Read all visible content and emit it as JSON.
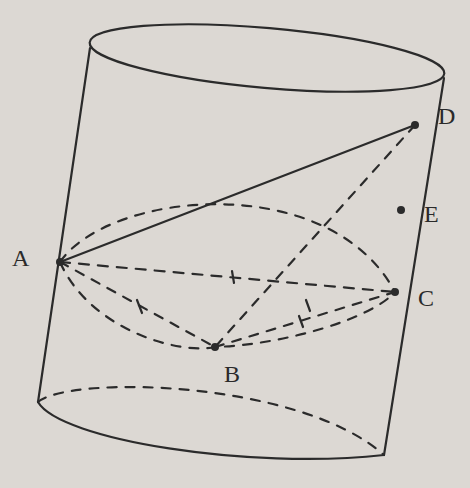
{
  "diagram": {
    "labels": [
      "D",
      "E",
      "A",
      "C",
      "B"
    ]
  }
}
